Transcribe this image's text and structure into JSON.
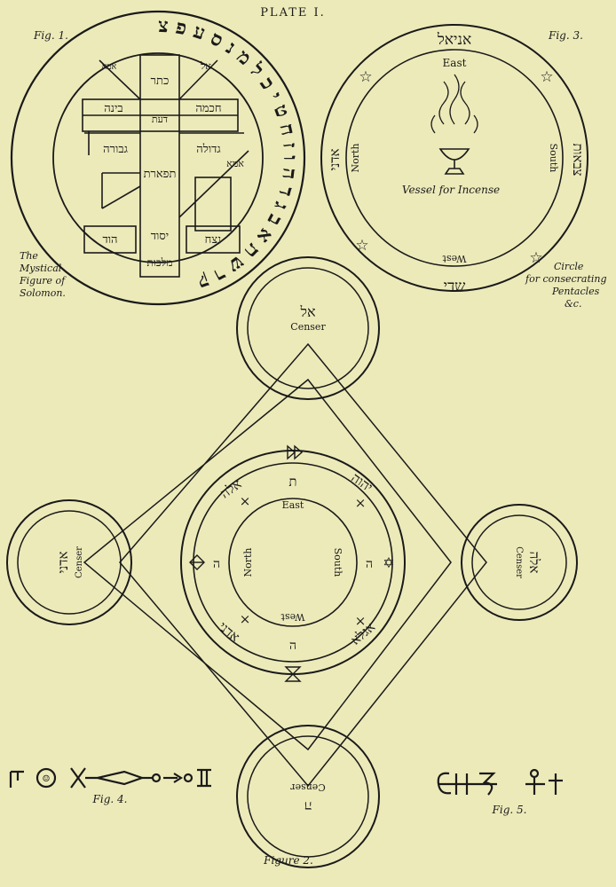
{
  "plate_title": "PLATE I.",
  "fig1": {
    "label": "Fig. 1.",
    "caption": [
      "The",
      "Mystical",
      "Figure of",
      "Solomon."
    ],
    "ring_letters": "ק ר ש ת א ב ג ד ה ו ז ח ט י כ ל מ נ ס ע פ צ",
    "sephiroth": {
      "keter": "כתר",
      "chokmah": "חכמה",
      "binah": "בינה",
      "daath": "דעת",
      "gedulah": "גדולה",
      "geburah": "גבורה",
      "tiphereth": "תפארת",
      "netzach": "נצח",
      "hod": "הוד",
      "yesod": "יסוד",
      "malkuth": "מלכות"
    },
    "side_letters": [
      "אבא",
      "אל",
      "אמא"
    ]
  },
  "fig3": {
    "label": "Fig. 3.",
    "top_name": "אניאל",
    "east": "East",
    "west": "West",
    "north": "North",
    "south": "South",
    "left_name": "אדני",
    "right_name": "צבאות",
    "bottom_name": "שדי",
    "vessel": "Vessel for Incense",
    "caption": [
      "Circle",
      "for consecrating",
      "Pentacles",
      "&c."
    ]
  },
  "fig2": {
    "label": "Figure 2.",
    "censer": "Censer",
    "top_name": "אל",
    "left_name": "אדני",
    "right_name": "אלה",
    "bottom_name": "ה",
    "east": "East",
    "west": "West",
    "north": "North",
    "south": "South",
    "ring_names": [
      "אלה",
      "יהוה",
      "אדני",
      "אגלא"
    ],
    "letters": [
      "ת",
      "ה",
      "ה",
      "ה"
    ]
  },
  "fig4": {
    "label": "Fig. 4."
  },
  "fig5": {
    "label": "Fig. 5."
  }
}
